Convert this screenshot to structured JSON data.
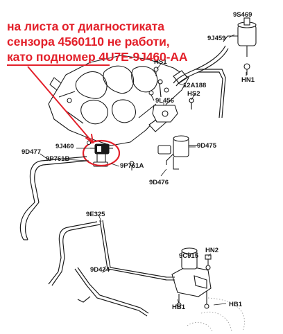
{
  "annotation": {
    "line1": "на листа от диагностиката",
    "line2": "сензора 4560110 не  работи,",
    "line3": "като подномер 4U7E-9J460-AA",
    "color": "#e3202a"
  },
  "labels": {
    "9S469": "9S469",
    "9J459": "9J459",
    "HS1": "HS1",
    "12A188": "12A188",
    "HS2": "HS2",
    "HN1": "HN1",
    "9L456": "9L456",
    "9D477": "9D477",
    "9J460": "9J460",
    "9P761B": "9P761B",
    "9P761A": "9P761A",
    "9D475": "9D475",
    "9D476": "9D476",
    "9E325": "9E325",
    "9D434": "9D434",
    "9C915": "9C915",
    "HN2": "HN2",
    "HB1a": "HB1",
    "HB1b": "HB1"
  }
}
